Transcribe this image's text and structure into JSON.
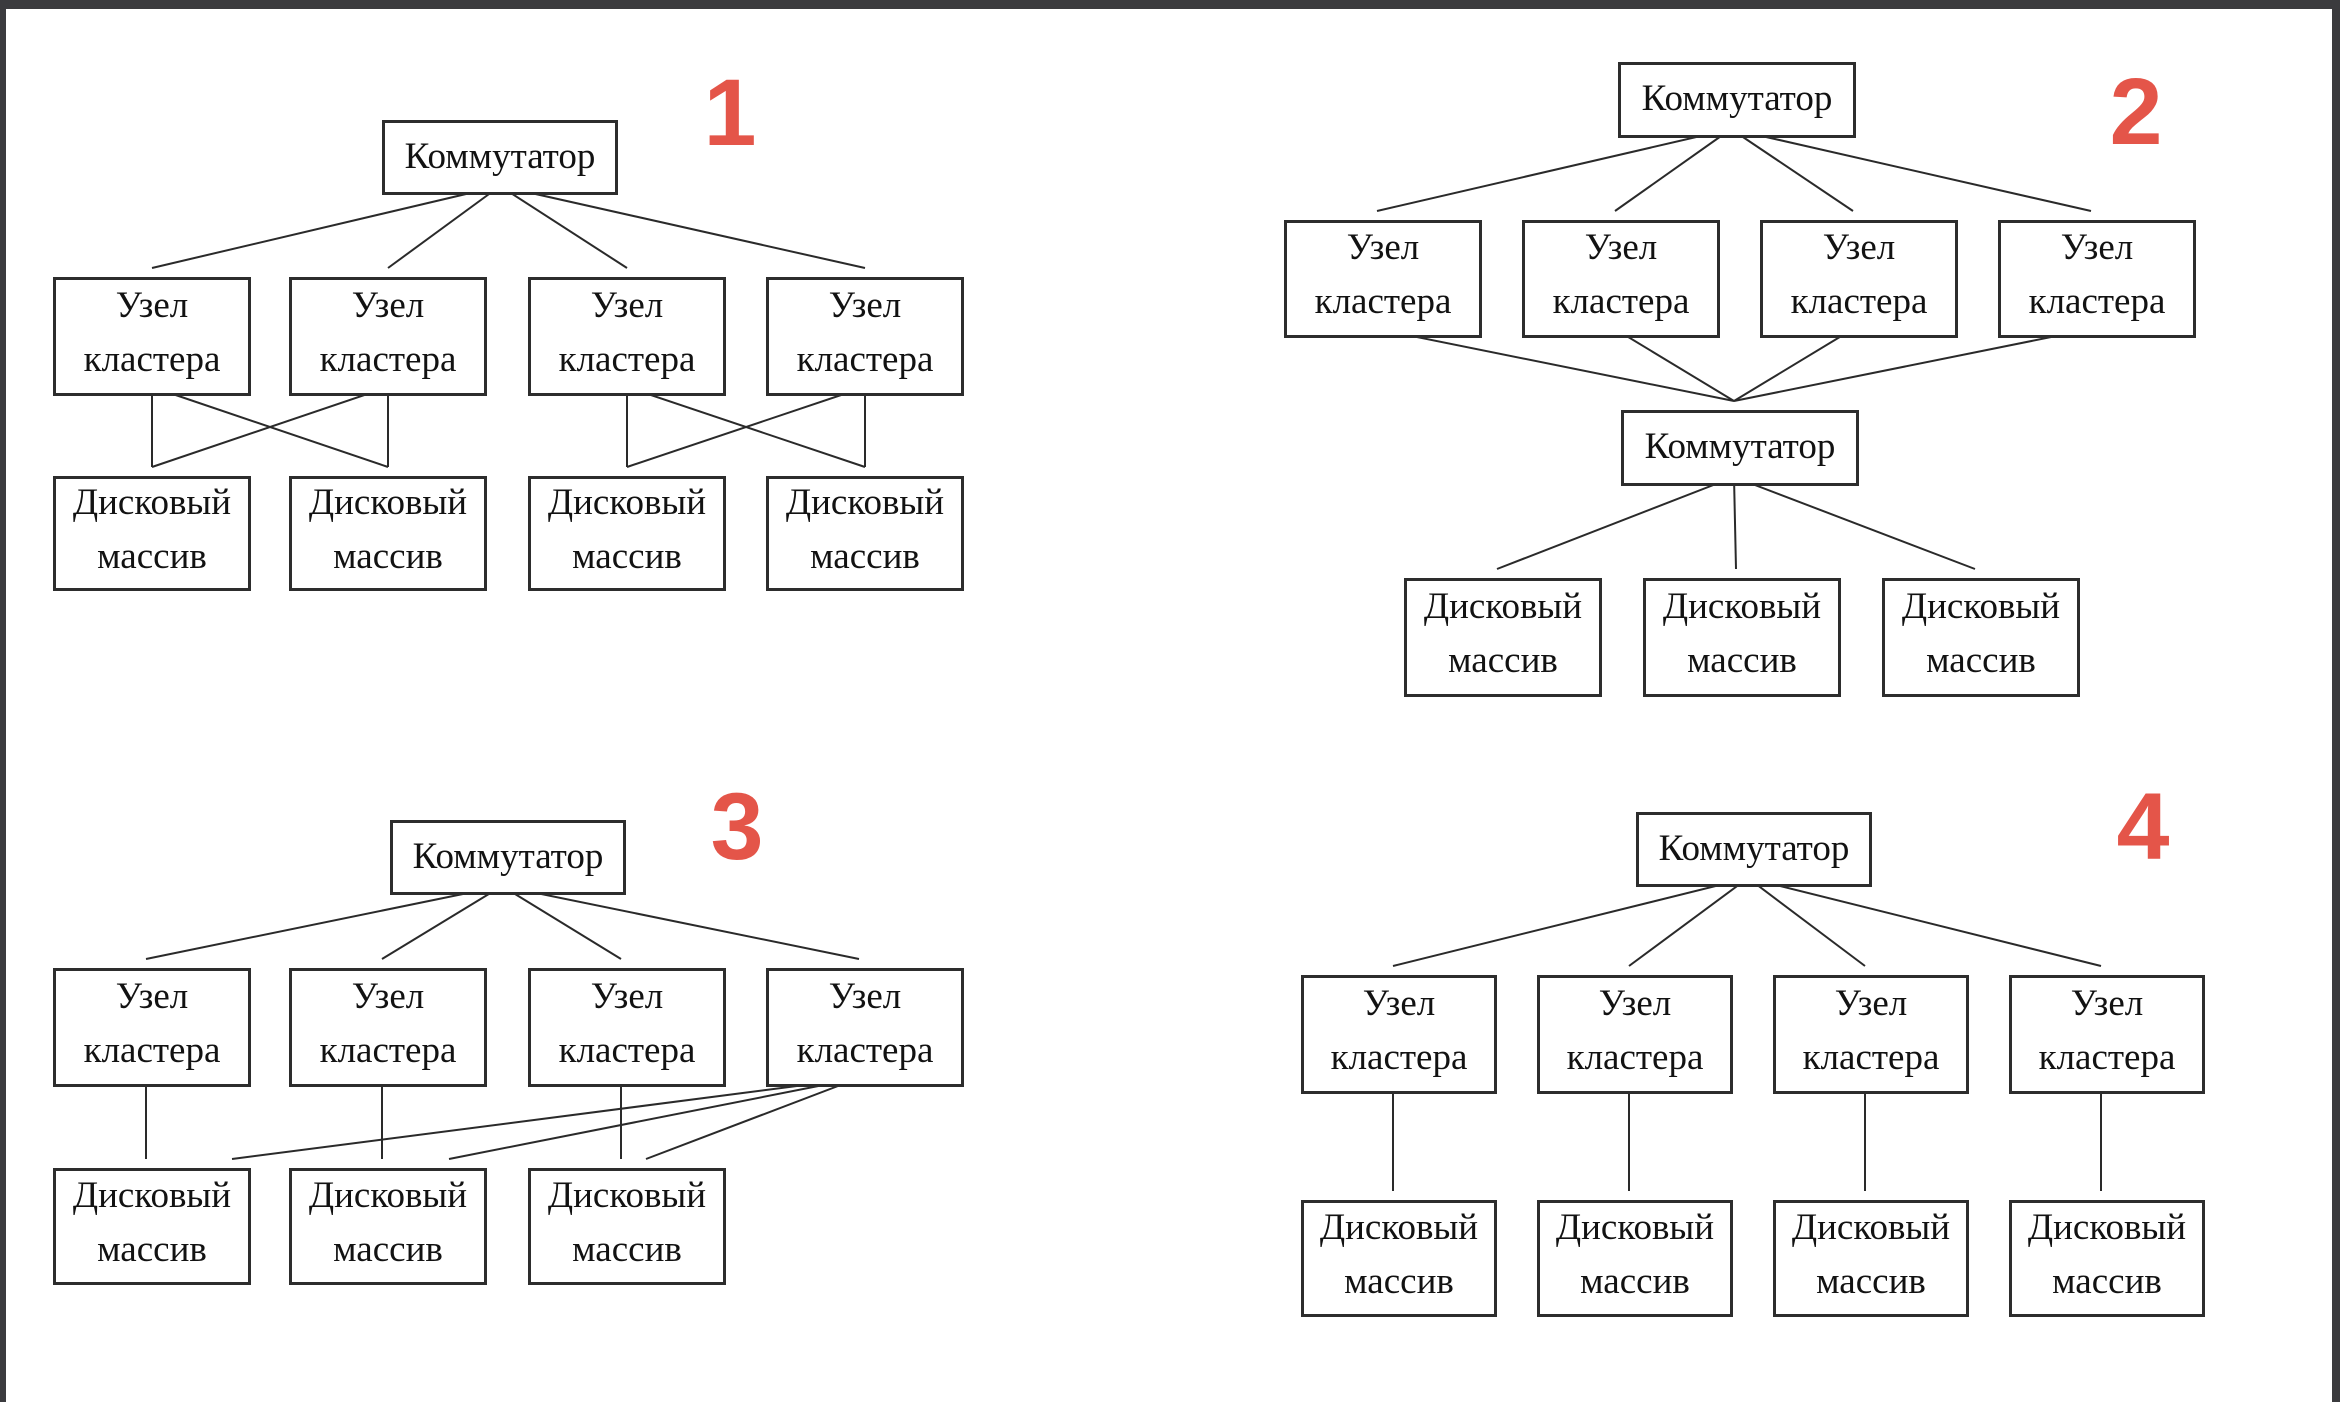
{
  "page": {
    "background": "#ffffff",
    "frame_color": "#3b3b3e",
    "number_color": "#e45549",
    "line_color": "#2a2a2a"
  },
  "labels": {
    "switch": "Коммутатор",
    "cluster_node": "Узел кластера",
    "disk_array": "Дисковый массив"
  },
  "diagrams": [
    {
      "number": "1",
      "switches": 1,
      "nodes": 4,
      "arrays": 4,
      "topology": "switch fans to 4 nodes; node pairs (1,2) and (3,4) are cross-connected to array pairs (1,2) and (3,4)",
      "links": [
        "switch-node1",
        "switch-node2",
        "switch-node3",
        "switch-node4",
        "node1-array1",
        "node1-array2",
        "node2-array1",
        "node2-array2",
        "node3-array3",
        "node3-array4",
        "node4-array3",
        "node4-array4"
      ]
    },
    {
      "number": "2",
      "switches": 2,
      "nodes": 4,
      "arrays": 3,
      "topology": "top switch fans to 4 nodes; all 4 nodes converge to a second switch; second switch fans to 3 arrays",
      "links": [
        "switch1-node1",
        "switch1-node2",
        "switch1-node3",
        "switch1-node4",
        "node1-switch2",
        "node2-switch2",
        "node3-switch2",
        "node4-switch2",
        "switch2-array1",
        "switch2-array2",
        "switch2-array3"
      ]
    },
    {
      "number": "3",
      "switches": 1,
      "nodes": 4,
      "arrays": 3,
      "topology": "switch fans to 4 nodes; nodes 1-3 connect straight down to arrays 1-3; node 4 fans to all 3 arrays",
      "links": [
        "switch-node1",
        "switch-node2",
        "switch-node3",
        "switch-node4",
        "node1-array1",
        "node2-array2",
        "node3-array3",
        "node4-array1",
        "node4-array2",
        "node4-array3"
      ]
    },
    {
      "number": "4",
      "switches": 1,
      "nodes": 4,
      "arrays": 4,
      "topology": "switch fans to 4 nodes; each node connects straight down to its own array",
      "links": [
        "switch-node1",
        "switch-node2",
        "switch-node3",
        "switch-node4",
        "node1-array1",
        "node2-array2",
        "node3-array3",
        "node4-array4"
      ]
    }
  ]
}
